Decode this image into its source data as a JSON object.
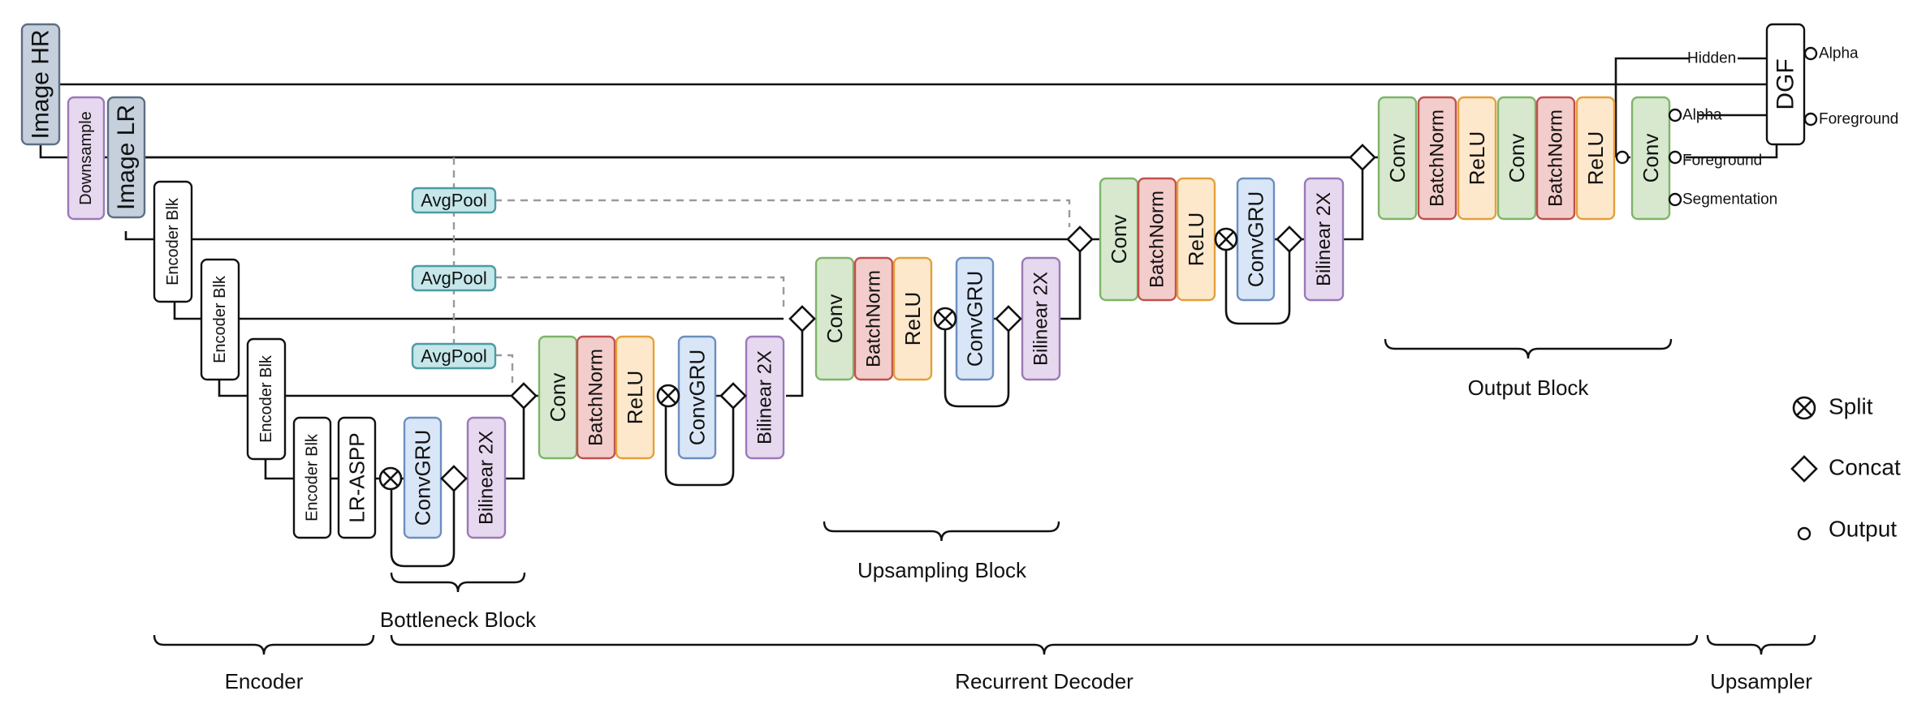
{
  "inputs": {
    "image_hr": "Image HR",
    "downsample": "Downsample",
    "image_lr": "Image LR"
  },
  "encoder": {
    "block_label": "Encoder Blk",
    "aspp_label": "LR-ASPP"
  },
  "layers": {
    "conv": "Conv",
    "batchnorm": "BatchNorm",
    "relu": "ReLU",
    "convgru": "ConvGRU",
    "bilinear": "Bilinear 2X",
    "avgpool": "AvgPool",
    "dgf": "DGF"
  },
  "outputs": {
    "hidden": "Hidden",
    "alpha": "Alpha",
    "foreground": "Foreground",
    "segmentation": "Segmentation"
  },
  "sections": {
    "bottleneck": "Bottleneck Block",
    "upsampling": "Upsampling Block",
    "output": "Output Block",
    "encoder": "Encoder",
    "decoder": "Recurrent Decoder",
    "upsampler": "Upsampler"
  },
  "legend": {
    "split": "Split",
    "concat": "Concat",
    "output": "Output"
  },
  "colors": {
    "image": "#c5d0dc",
    "image_stroke": "#5e6f82",
    "downsample": "#e6d8ee",
    "downsample_stroke": "#9a79b8",
    "conv": "#d7e8cf",
    "conv_stroke": "#7fb468",
    "batchnorm": "#f3cdcb",
    "batchnorm_stroke": "#c0504d",
    "relu": "#fde8cc",
    "relu_stroke": "#e2a03a",
    "convgru": "#d9e6f7",
    "convgru_stroke": "#6c8ebf",
    "bilinear": "#e6d8ee",
    "bilinear_stroke": "#9a79b8",
    "avgpool": "#c5e7ea",
    "avgpool_stroke": "#4d9aa3",
    "plain": "#ffffff",
    "plain_stroke": "#111111"
  }
}
